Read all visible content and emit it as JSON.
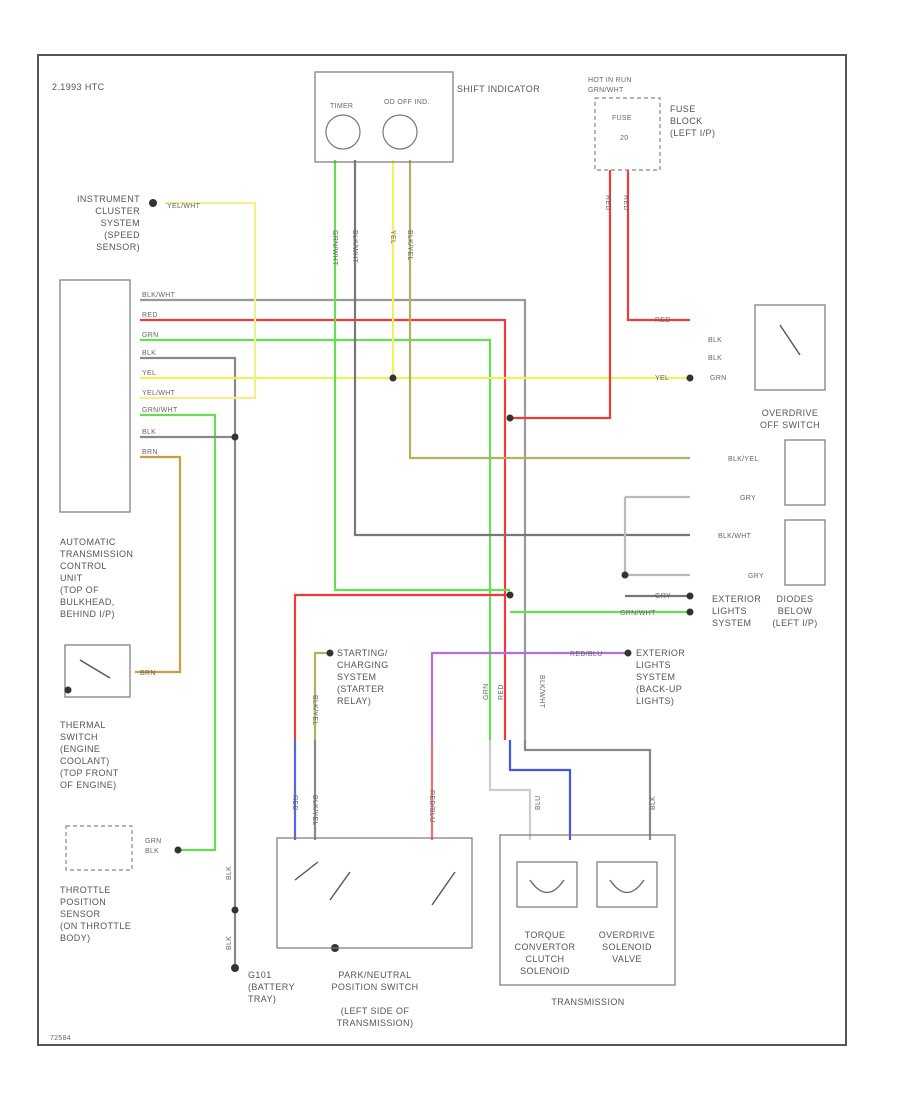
{
  "diagram": {
    "title": "2.1993 HTC",
    "footer_id": "72584",
    "components": {
      "shift_indicator": "SHIFT INDICATOR",
      "lamp_1": "TIMER",
      "lamp_2": "OD OFF IND.",
      "hot_in_run": [
        "HOT IN RUN",
        "GRN/WHT"
      ],
      "fuse_label": "FUSE",
      "fuse_number": "20",
      "fuse_block": [
        "FUSE",
        "BLOCK",
        "(LEFT I/P)"
      ],
      "instrument_cluster": [
        "INSTRUMENT",
        "CLUSTER",
        "SYSTEM",
        "(SPEED",
        "SENSOR)"
      ],
      "atcu": [
        "AUTOMATIC",
        "TRANSMISSION",
        "CONTROL",
        "UNIT",
        "(TOP OF",
        "BULKHEAD,",
        "BEHIND I/P)"
      ],
      "thermal_switch": [
        "THERMAL",
        "SWITCH",
        "(ENGINE",
        "COOLANT)",
        "(TOP FRONT",
        "OF ENGINE)"
      ],
      "tps": [
        "THROTTLE",
        "POSITION",
        "SENSOR",
        "(ON THROTTLE",
        "BODY)"
      ],
      "g101": [
        "G101",
        "(BATTERY",
        "TRAY)"
      ],
      "pnp_switch": [
        "PARK/NEUTRAL",
        "POSITION SWITCH",
        "(LEFT SIDE OF",
        "TRANSMISSION)"
      ],
      "transmission": "TRANSMISSION",
      "tcc": [
        "TORQUE",
        "CONVERTOR",
        "CLUTCH",
        "SOLENOID"
      ],
      "od_solenoid": [
        "OVERDRIVE",
        "SOLENOID",
        "VALVE"
      ],
      "od_off_switch": [
        "OVERDRIVE",
        "OFF SWITCH"
      ],
      "diodes": [
        "DIODES",
        "BELOW",
        "(LEFT I/P)"
      ],
      "ext_lights_1": [
        "EXTERIOR",
        "LIGHTS",
        "SYSTEM"
      ],
      "starting_system": [
        "STARTING/",
        "CHARGING",
        "SYSTEM",
        "(STARTER",
        "RELAY)"
      ],
      "ext_lights_2": [
        "EXTERIOR",
        "LIGHTS",
        "SYSTEM",
        "(BACK-UP",
        "LIGHTS)"
      ]
    },
    "wire_labels": {
      "atcu_pins": [
        "BLK/WHT",
        "RED",
        "GRN",
        "BLK",
        "YEL",
        "YEL/WHT",
        "GRN/WHT",
        "BLK",
        "BRN"
      ],
      "yel_wht": "YEL/WHT",
      "blk_wht_v1": "GRN/WHT",
      "blk_wht_v2": "BLK/WHT",
      "yel_v": "YEL",
      "blk_yel_v": "BLK/YEL",
      "red_1": "RED",
      "red_2": "RED",
      "red_3": "RED",
      "blk_a": "BLK",
      "blk_b": "BLK",
      "yel_right": "YEL",
      "grn_right": "GRN",
      "blk_yel_right": "BLK/YEL",
      "gry_1": "GRY",
      "blk_wht_right": "BLK/WHT",
      "gry_2": "GRY",
      "gry_3": "GRY",
      "grn_wht_right": "GRN/WHT",
      "red_blu": "RED/BLU",
      "brn": "BRN",
      "grn_tps": "GRN",
      "blk_tps": "BLK",
      "blk_g1": "BLK",
      "blk_g2": "BLK",
      "blk_yel_start": "BLK/YEL",
      "red_pnp": "RED",
      "blk_pnp": "BLK/YEL",
      "red_blu_pnp": "RED/BLU",
      "grn_v": "GRN",
      "red_v": "RED",
      "blk_wht_v": "BLK/WHT",
      "blu": "BLU",
      "blk_t": "BLK"
    }
  }
}
